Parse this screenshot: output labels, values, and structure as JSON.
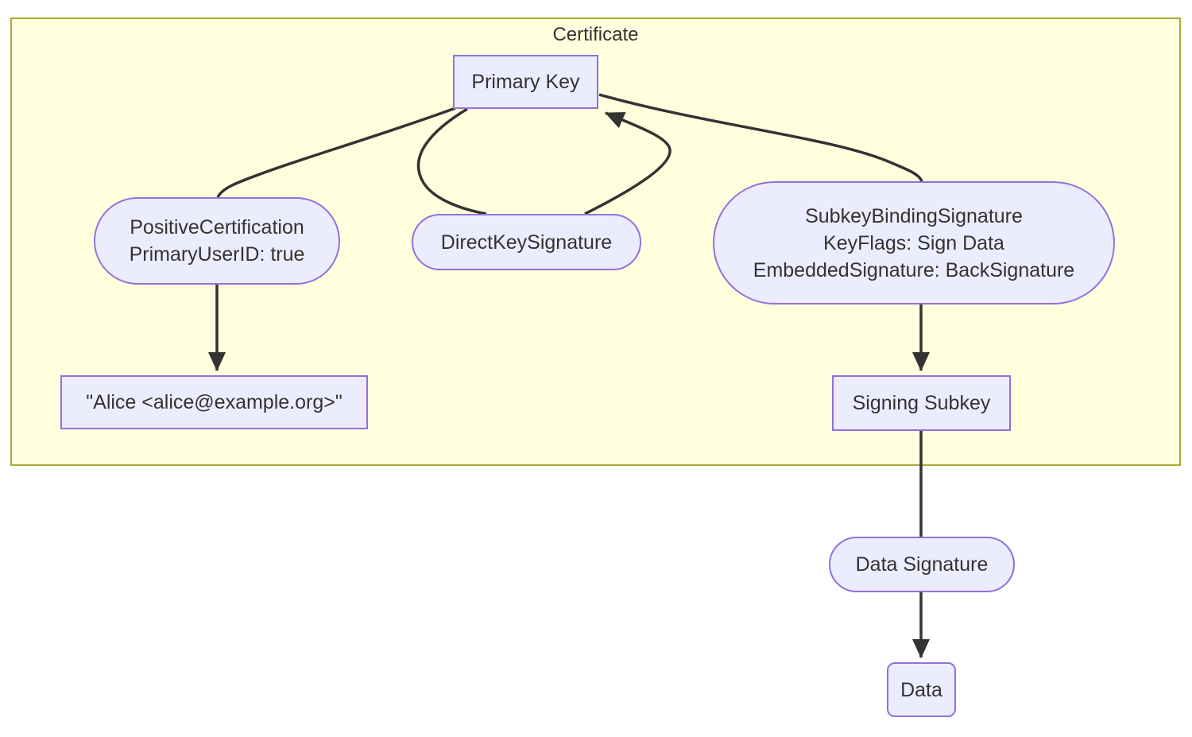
{
  "diagram": {
    "cluster_title": "Certificate",
    "colors": {
      "cluster_fill": "#FFFFDE",
      "cluster_border": "#AAAA33",
      "node_fill": "#ECECFF",
      "node_border": "#9370DB",
      "edge": "#333333",
      "text": "#333333",
      "background": "#FFFFFF"
    },
    "nodes": {
      "primary_key": {
        "label": "Primary Key"
      },
      "positive_certification": {
        "lines": [
          "PositiveCertification",
          "PrimaryUserID: true"
        ]
      },
      "direct_key_signature": {
        "label": "DirectKeySignature"
      },
      "subkey_binding_signature": {
        "lines": [
          "SubkeyBindingSignature",
          "KeyFlags: Sign Data",
          "EmbeddedSignature: BackSignature"
        ]
      },
      "user_id": {
        "label": "\"Alice <alice@example.org>\""
      },
      "signing_subkey": {
        "label": "Signing Subkey"
      },
      "data_signature": {
        "label": "Data Signature"
      },
      "data": {
        "label": "Data"
      }
    },
    "edges": [
      {
        "from": "primary_key",
        "to": "positive_certification",
        "arrow": false
      },
      {
        "from": "positive_certification",
        "to": "user_id",
        "arrow": true
      },
      {
        "from": "primary_key",
        "to": "direct_key_signature",
        "arrow": false
      },
      {
        "from": "direct_key_signature",
        "to": "primary_key",
        "arrow": true
      },
      {
        "from": "primary_key",
        "to": "subkey_binding_signature",
        "arrow": false
      },
      {
        "from": "subkey_binding_signature",
        "to": "signing_subkey",
        "arrow": true
      },
      {
        "from": "signing_subkey",
        "to": "data_signature",
        "arrow": false
      },
      {
        "from": "data_signature",
        "to": "data",
        "arrow": true
      }
    ]
  }
}
